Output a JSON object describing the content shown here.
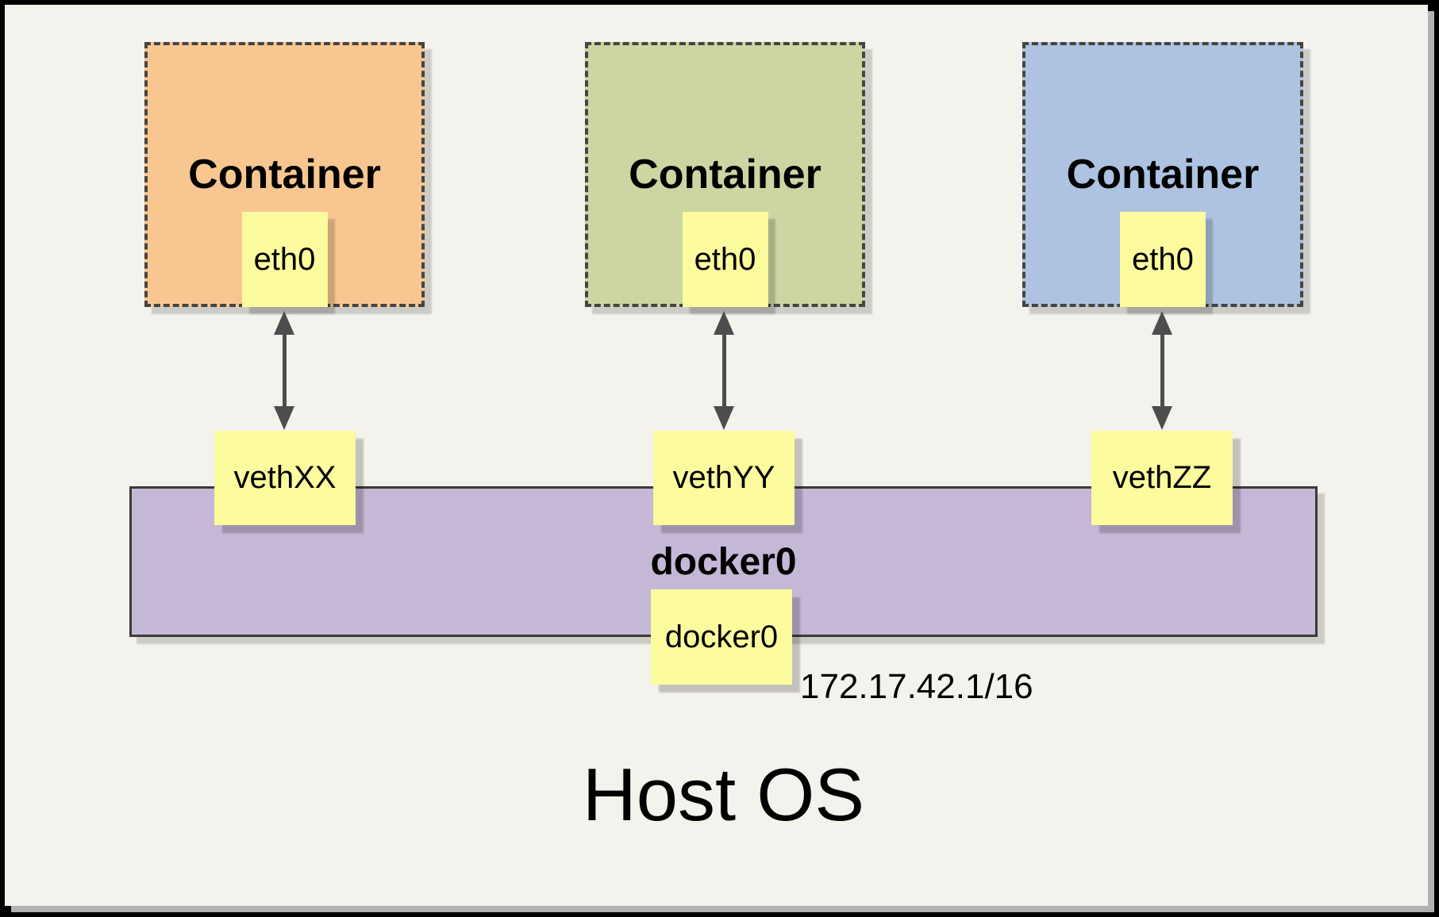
{
  "diagram": {
    "containers": [
      {
        "label": "Container",
        "interface": "eth0"
      },
      {
        "label": "Container",
        "interface": "eth0"
      },
      {
        "label": "Container",
        "interface": "eth0"
      }
    ],
    "veths": [
      {
        "label": "vethXX"
      },
      {
        "label": "vethYY"
      },
      {
        "label": "vethZZ"
      }
    ],
    "bridge": {
      "label": "docker0",
      "interface": "docker0",
      "ip": "172.17.42.1/16"
    },
    "host": {
      "label": "Host OS"
    }
  },
  "colors": {
    "background": "#F4F2EC",
    "frame": "#000000",
    "panel_shadow": "#B2B2B2",
    "container_orange": "#F8C791",
    "container_green": "#CBD6A2",
    "container_blue": "#AEC3E1",
    "note_yellow": "#FCFB9D",
    "bridge_purple": "#C5B7D6",
    "dashed_border": "#454540",
    "arrow": "#4D4D4D",
    "text": "#000000"
  }
}
